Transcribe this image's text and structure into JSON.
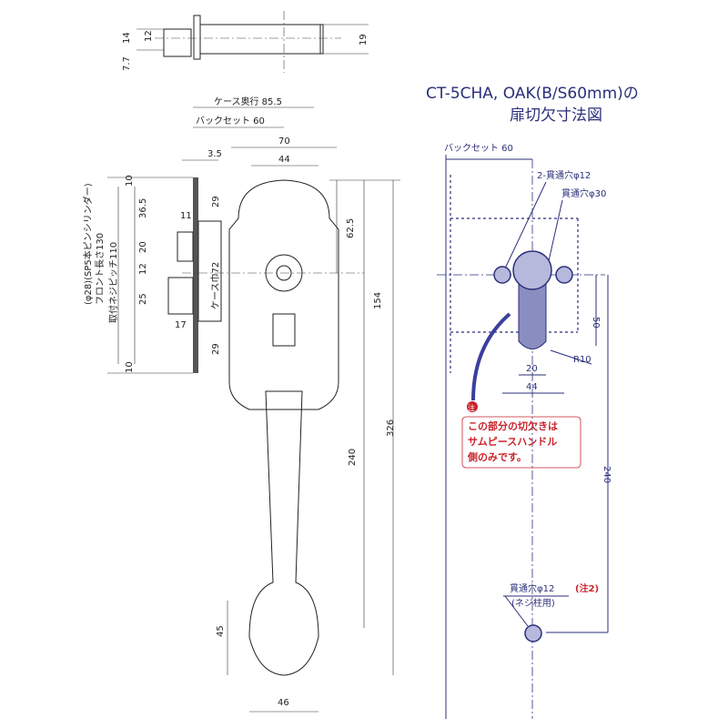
{
  "title": {
    "line1": "CT-5CHA, OAK(B/S60mm)の",
    "line2": "扉切欠寸法図"
  },
  "cylinder": {
    "d14": "14",
    "d12": "12",
    "d77": "7.7",
    "d19": "19"
  },
  "lock": {
    "case_depth": "ケース奥行 85.5",
    "backset": "バックセット 60",
    "w70": "70",
    "w44": "44",
    "t35": "3.5",
    "v10a": "10",
    "v365": "36.5",
    "v20": "20",
    "v12": "12",
    "v25": "25",
    "v10b": "10",
    "v29a": "29",
    "v29b": "29",
    "w11": "11",
    "w17": "17",
    "case_width": "ケース巾72",
    "h625": "62.5",
    "h154": "154",
    "h326": "326",
    "h240": "240",
    "h45": "45",
    "w46": "46",
    "side_label1": "(φ28)(SP5本ピンシリンダー)",
    "side_label2": "フロント長さ130",
    "side_label3": "取付ネジピッチ110"
  },
  "cutout": {
    "backset": "バックセット 60",
    "holes2": "2-貫通穴φ12",
    "hole30": "貫通穴φ30",
    "d50": "50",
    "r10": "R10",
    "d20": "20",
    "d44": "44",
    "d240": "240",
    "note_badge": "注",
    "note_lines": [
      "この部分の切欠きは",
      "サムピースハンドル",
      "側のみです。"
    ],
    "hole12": "貫通穴φ12",
    "note2": "(注2)",
    "screw": "(ネジ柱用)"
  },
  "colors": {
    "blue": "#2a2f7a",
    "red": "#c8242b"
  }
}
